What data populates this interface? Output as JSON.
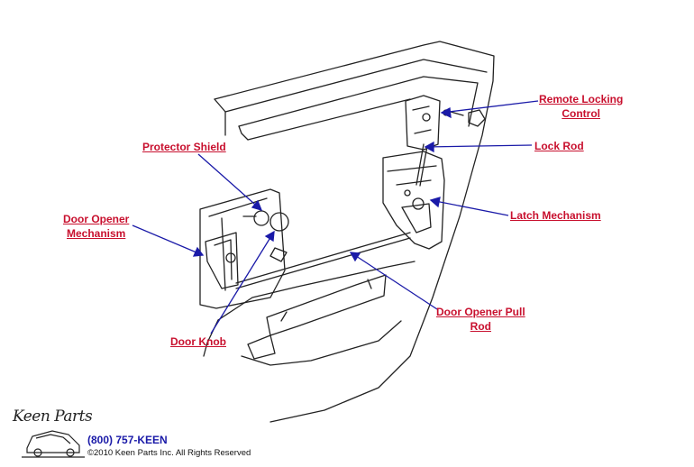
{
  "labels": {
    "remote_locking_line1": "Remote Locking",
    "remote_locking_line2": "Control",
    "lock_rod": "Lock Rod",
    "latch_mechanism": "Latch Mechanism",
    "protector_shield": "Protector Shield",
    "door_opener_mech_line1": "Door Opener",
    "door_opener_mech_line2": "Mechanism",
    "door_knob": "Door Knob",
    "pull_rod_line1": "Door Opener Pull",
    "pull_rod_line2": "Rod"
  },
  "footer": {
    "logo_text": "Keen Parts",
    "phone": "(800) 757-KEEN",
    "copyright": "©2010 Keen Parts Inc. All Rights Reserved"
  },
  "colors": {
    "label": "#c8102e",
    "leader": "#1a1aa8",
    "drawing": "#222222"
  }
}
